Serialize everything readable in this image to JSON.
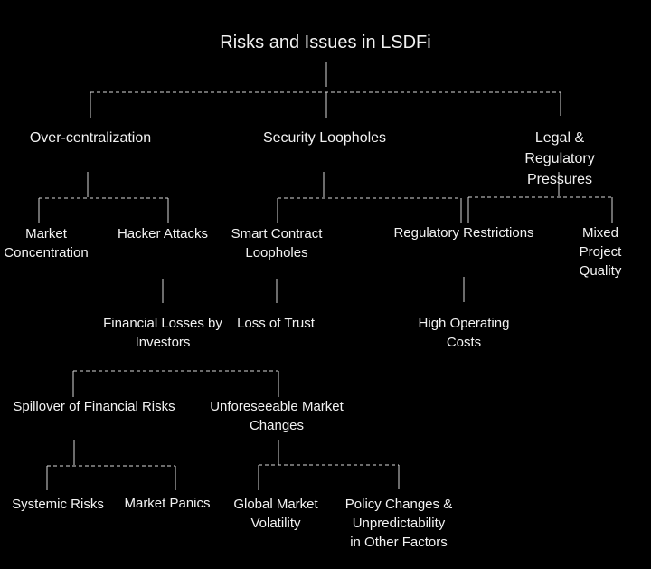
{
  "title": "Risks and Issues in LSDFi",
  "nodes": {
    "over_centralization": "Over-centralization",
    "security_loopholes": "Security Loopholes",
    "legal_regulatory": "Legal & Regulatory\nPressures",
    "market_concentration": "Market\nConcentration",
    "hacker_attacks": "Hacker Attacks",
    "smart_contract": "Smart Contract\nLoopholes",
    "regulatory_restrictions": "Regulatory Restrictions",
    "mixed_quality": "Mixed Project\nQuality",
    "financial_losses": "Financial Losses by\nInvestors",
    "loss_of_trust": "Loss of Trust",
    "high_costs": "High Operating\nCosts",
    "spillover": "Spillover of Financial Risks",
    "unforeseeable": "Unforeseeable  Market\nChanges",
    "systemic": "Systemic Risks",
    "panics": "Market Panics",
    "volatility": "Global Market\nVolatility",
    "policy": "Policy Changes &\nUnpredictability\nin Other Factors"
  },
  "colors": {
    "background": "#000000",
    "text": "#f2f2f2",
    "connector": "#d9d9d9"
  }
}
